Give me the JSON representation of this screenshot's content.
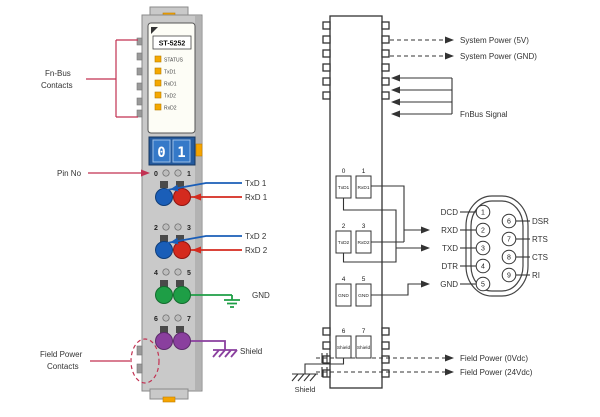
{
  "module": {
    "model": "ST-5252",
    "leds": [
      {
        "label": "STATUS"
      },
      {
        "label": "TxD1"
      },
      {
        "label": "RxD1"
      },
      {
        "label": "TxD2"
      },
      {
        "label": "RxD2"
      }
    ],
    "display": {
      "digit_left": "0",
      "digit_right": "1"
    },
    "pin_rows": [
      {
        "left_no": "0",
        "right_no": "1"
      },
      {
        "left_no": "2",
        "right_no": "3"
      },
      {
        "left_no": "4",
        "right_no": "5"
      },
      {
        "left_no": "6",
        "right_no": "7"
      }
    ]
  },
  "left_labels": {
    "fnbus_line1": "Fn-Bus",
    "fnbus_line2": "Contacts",
    "pin_no": "Pin No",
    "txd1": "TxD 1",
    "rxd1": "RxD 1",
    "txd2": "TxD 2",
    "rxd2": "RxD 2",
    "gnd": "GND",
    "shield": "Shield",
    "field_power_line1": "Field Power",
    "field_power_line2": "Contacts"
  },
  "schematic": {
    "system_power_5v": "System Power (5V)",
    "system_power_gnd": "System Power (GND)",
    "fnbus_signal": "FnBus Signal",
    "pin_pairs": [
      {
        "left_no": "0",
        "right_no": "1",
        "left_sig": "TxD1",
        "right_sig": "RxD1"
      },
      {
        "left_no": "2",
        "right_no": "3",
        "left_sig": "TxD2",
        "right_sig": "RxD2"
      },
      {
        "left_no": "4",
        "right_no": "5",
        "left_sig": "GND",
        "right_sig": "GND"
      },
      {
        "left_no": "6",
        "right_no": "7",
        "left_sig": "Shield",
        "right_sig": "Shield"
      }
    ],
    "field_power_0v": "Field Power (0Vdc)",
    "field_power_24v": "Field Power (24Vdc)",
    "shield": "Shield"
  },
  "connector": {
    "left_pins": [
      {
        "signal": "DCD",
        "pin": "1"
      },
      {
        "signal": "RXD",
        "pin": "2"
      },
      {
        "signal": "TXD",
        "pin": "3"
      },
      {
        "signal": "DTR",
        "pin": "4"
      },
      {
        "signal": "GND",
        "pin": "5"
      }
    ],
    "right_pins": [
      {
        "pin": "6",
        "signal": "DSR"
      },
      {
        "pin": "7",
        "signal": "RTS"
      },
      {
        "pin": "8",
        "signal": "CTS"
      },
      {
        "pin": "9",
        "signal": "RI"
      }
    ]
  },
  "colors": {
    "annotation_red": "#c23152",
    "txd_blue": "#1a5eb8",
    "rxd_red": "#d42a1e",
    "gnd_green": "#1e9e46",
    "shield_purple": "#8a3f9e",
    "led_orange": "#f5a800",
    "display_blue": "#3579c8",
    "module_gray": "#c9c9c9"
  }
}
